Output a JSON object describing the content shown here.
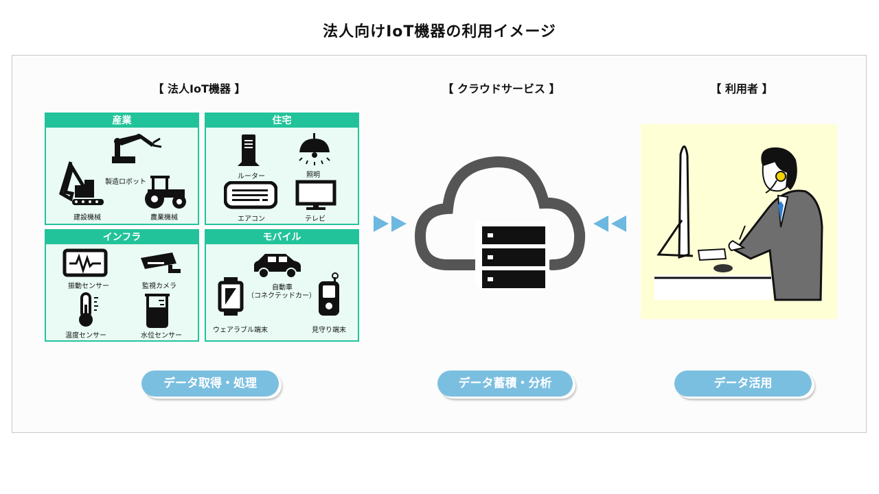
{
  "title": "法人向けIoT機器の利用イメージ",
  "sections": {
    "devices": "【 法人IoT機器 】",
    "cloud": "【 クラウドサービス 】",
    "users": "【 利用者 】"
  },
  "panels": {
    "industry": {
      "title": "産業",
      "items": [
        "製造ロボット",
        "建設機械",
        "農業機械"
      ]
    },
    "housing": {
      "title": "住宅",
      "items": [
        "ルーター",
        "照明",
        "エアコン",
        "テレビ"
      ]
    },
    "infra": {
      "title": "インフラ",
      "items": [
        "振動センサー",
        "監視カメラ",
        "温度センサー",
        "水位センサー"
      ]
    },
    "mobile": {
      "title": "モバイル",
      "items": [
        "自動車",
        "（コネクテッドカー）",
        "ウェアラブル端末",
        "見守り端末"
      ]
    }
  },
  "pills": [
    "データ取得・処理",
    "データ蓄積・分析",
    "データ活用"
  ],
  "colors": {
    "panel_accent": "#22c39a",
    "panel_bg": "#e9fbf4",
    "pill": "#7bbfe0",
    "arrow": "#6cb8e0",
    "user_bg": "#ffffd6",
    "cloud": "#555555"
  }
}
